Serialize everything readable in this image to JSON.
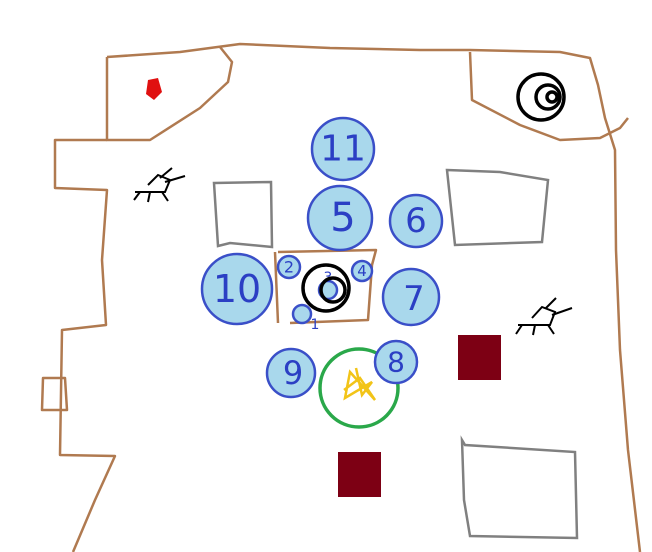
{
  "colors": {
    "wall": "#b07a50",
    "obstacle": "#808080",
    "token_fill": "#a9d8ec",
    "token_stroke": "#3a4fc8",
    "hazard": "#7d0014",
    "goal_ring": "#2aa84a",
    "star": "#f2c418",
    "portal": "#000000",
    "item": "#e01010"
  },
  "tokens": [
    {
      "label": "1"
    },
    {
      "label": "2"
    },
    {
      "label": "3"
    },
    {
      "label": "4"
    },
    {
      "label": "5"
    },
    {
      "label": "6"
    },
    {
      "label": "7"
    },
    {
      "label": "8"
    },
    {
      "label": "9"
    },
    {
      "label": "10"
    },
    {
      "label": "11"
    }
  ],
  "icons": {
    "enemy": "bug-icon",
    "portal": "spiral-icon",
    "goal": "star-icon",
    "item": "red-blob-icon"
  }
}
